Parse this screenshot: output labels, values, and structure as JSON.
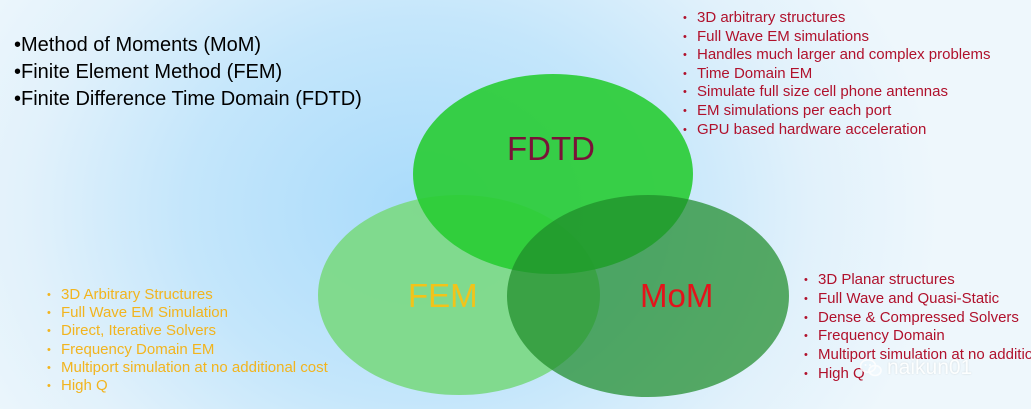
{
  "methods": [
    "Method of Moments (MoM)",
    "Finite Element Method (FEM)",
    "Finite Difference Time Domain (FDTD)"
  ],
  "circles": {
    "fdtd": {
      "label": "FDTD",
      "fill": "#28cc33",
      "label_color": "#7a1238",
      "features": [
        "3D arbitrary structures",
        "Full Wave EM simulations",
        "Handles much larger and complex problems",
        "Time Domain EM",
        "Simulate full size cell phone antennas",
        "EM simulations per each port",
        "GPU based hardware acceleration"
      ]
    },
    "fem": {
      "label": "FEM",
      "fill": "#7dd988",
      "label_color": "#f2c31a",
      "features": [
        "3D Arbitrary Structures",
        "Full Wave EM Simulation",
        "Direct, Iterative Solvers",
        "Frequency Domain EM",
        "Multiport simulation at no additional cost",
        "High Q"
      ]
    },
    "mom": {
      "label": "MoM",
      "fill": "#1e8c2a",
      "label_color": "#e4131b",
      "features": [
        "3D Planar structures",
        "Full Wave and Quasi-Static",
        "Dense & Compressed Solvers",
        "Frequency Domain",
        "Multiport simulation at no additional cost",
        "High Q"
      ]
    }
  },
  "watermark": {
    "text": "naikun01",
    "icon": "chat-bubble-icon"
  }
}
